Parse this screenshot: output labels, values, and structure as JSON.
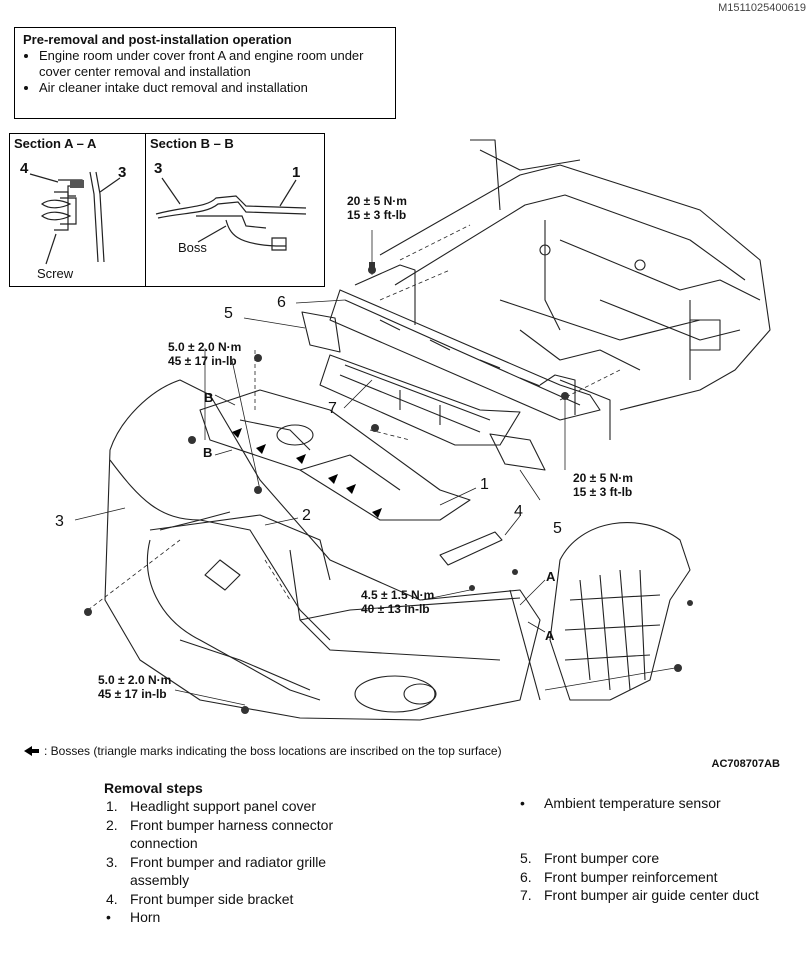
{
  "doc_id": "M1511025400619",
  "pre_box": {
    "title": "Pre-removal and post-installation operation",
    "items": [
      "Engine room under cover front A and engine room under cover center removal and installation",
      "Air cleaner intake duct removal and installation"
    ]
  },
  "section_a": {
    "title": "Section A – A",
    "labels": {
      "n4": "4",
      "n3": "3",
      "screw": "Screw"
    }
  },
  "section_b": {
    "title": "Section B – B",
    "labels": {
      "n3": "3",
      "n1": "1",
      "boss": "Boss"
    }
  },
  "torques": {
    "top_right": {
      "nm": "20 ± 5 N·m",
      "ftlb": "15 ± 3 ft-lb"
    },
    "mid_right": {
      "nm": "20 ± 5 N·m",
      "ftlb": "15 ± 3 ft-lb"
    },
    "left_upper": {
      "nm": "5.0 ± 2.0 N·m",
      "inlb": "45 ± 17 in-lb"
    },
    "bracket": {
      "nm": "4.5 ± 1.5 N·m",
      "inlb": "40 ± 13 in-lb"
    },
    "left_lower": {
      "nm": "5.0 ± 2.0 N·m",
      "inlb": "45 ± 17 in-lb"
    }
  },
  "callouts": {
    "c1": "1",
    "c2": "2",
    "c3": "3",
    "c4": "4",
    "c5a": "5",
    "c5b": "5",
    "c6": "6",
    "c7": "7",
    "a1": "A",
    "a2": "A",
    "b1": "B",
    "b2": "B"
  },
  "legend": ": Bosses (triangle marks indicating the boss locations are inscribed on the top surface)",
  "figure_code": "AC708707AB",
  "removal_title": "Removal steps",
  "steps_left": [
    {
      "n": "1.",
      "text": "Headlight support panel cover"
    },
    {
      "n": "2.",
      "text": "Front bumper harness connector connection"
    },
    {
      "n": "3.",
      "text": "Front bumper and radiator grille assembly"
    },
    {
      "n": "4.",
      "text": "Front bumper side bracket"
    },
    {
      "n": "•",
      "text": "Horn"
    }
  ],
  "steps_right": [
    {
      "n": "•",
      "text": "Ambient temperature sensor"
    },
    {
      "n": "5.",
      "text": "Front bumper core"
    },
    {
      "n": "6.",
      "text": "Front bumper reinforcement"
    },
    {
      "n": "7.",
      "text": "Front bumper air guide center duct"
    }
  ]
}
